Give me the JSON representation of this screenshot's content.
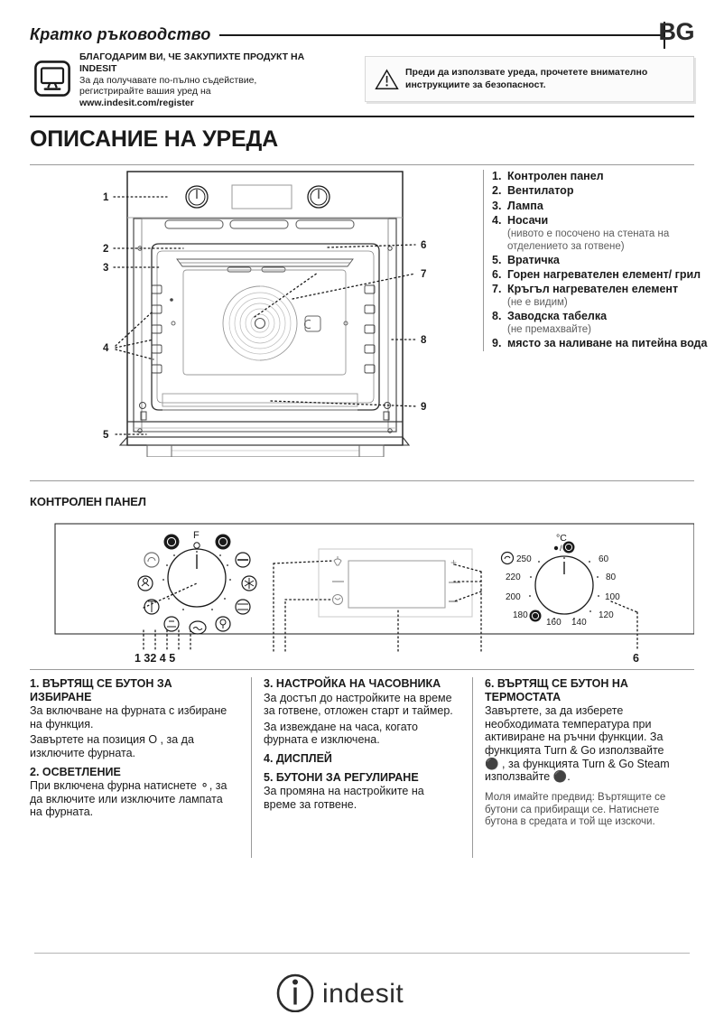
{
  "header": {
    "title": "Кратко ръководство",
    "language": "BG"
  },
  "register": {
    "icon": "monitor-icon",
    "thanks_line1": "БЛАГОДАРИМ ВИ, ЧЕ ЗАКУПИХТЕ ПРОДУКТ НА",
    "thanks_line2": "INDESIT",
    "body_line1": "За да получавате по-пълно съдействие,",
    "body_line2": "регистрирайте вашия уред на",
    "url": "www.indesit.com/register"
  },
  "safety": {
    "icon": "warning-triangle-icon",
    "line1": "Преди да използвате уреда, прочетете внимателно",
    "line2": "инструкциите за безопасност."
  },
  "section": {
    "title": "ОПИСАНИЕ НА УРЕДА"
  },
  "diagram": {
    "callouts": [
      "1",
      "2",
      "3",
      "4",
      "5",
      "6",
      "7",
      "8",
      "9"
    ]
  },
  "parts": [
    {
      "num": "1.",
      "label": "Контролен панел",
      "sub": ""
    },
    {
      "num": "2.",
      "label": "Вентилатор",
      "sub": ""
    },
    {
      "num": "3.",
      "label": "Лампа",
      "sub": ""
    },
    {
      "num": "4.",
      "label": "Носачи",
      "sub": "(нивото е посочено на стената на отделението за готвене)"
    },
    {
      "num": "5.",
      "label": "Вратичка",
      "sub": ""
    },
    {
      "num": "6.",
      "label": "Горен нагревателен елемент/ грил",
      "sub": ""
    },
    {
      "num": "7.",
      "label": "Кръгъл нагревателен елемент",
      "sub": "(не е видим)"
    },
    {
      "num": "8.",
      "label": "Заводска табелка",
      "sub": "(не премахвайте)"
    },
    {
      "num": "9.",
      "label": "място за наливане на питейна вода",
      "sub": ""
    }
  ],
  "control_panel": {
    "title": "КОНТРОЛЕН ПАНЕЛ",
    "selector_label": "F",
    "off_symbol": "O",
    "left_callouts": "1 32 4 5",
    "right_callout": "6",
    "thermostat": {
      "unit": "°C",
      "values": [
        "250",
        "220",
        "200",
        "180",
        "160",
        "140",
        "120",
        "100",
        "80",
        "60"
      ]
    },
    "display_keys": [
      "+",
      "—",
      "–"
    ]
  },
  "columns": [
    {
      "blocks": [
        {
          "type": "h",
          "text": "1. ВЪРТЯЩ СЕ БУТОН ЗА ИЗБИРАНЕ"
        },
        {
          "type": "p",
          "text": "За включване на фурната с избиране на функция."
        },
        {
          "type": "p",
          "text": "Завъртете на позиция O , за да изключите фурната."
        },
        {
          "type": "h",
          "text": "2. ОСВЕТЛЕНИЕ"
        },
        {
          "type": "p",
          "text": "При включена фурна натиснете ⚬, за да включите или изключите лампата на фурната."
        }
      ]
    },
    {
      "blocks": [
        {
          "type": "h",
          "text": "3. НАСТРОЙКА НА ЧАСОВНИКА"
        },
        {
          "type": "p",
          "text": "За достъп до настройките на време за готвене, отложен старт и таймер."
        },
        {
          "type": "p",
          "text": "За извеждане на часа, когато фурната е изключена."
        },
        {
          "type": "h",
          "text": "4. ДИСПЛЕЙ"
        },
        {
          "type": "h",
          "text": "5. БУТОНИ ЗА РЕГУЛИРАНЕ"
        },
        {
          "type": "p",
          "text": "За промяна на настройките на време за готвене."
        }
      ]
    },
    {
      "blocks": [
        {
          "type": "h",
          "text": "6. ВЪРТЯЩ СЕ БУТОН НА ТЕРМОСТАТА"
        },
        {
          "type": "p",
          "text": "Завъртете, за да изберете необходимата температура при активиране на ръчни функции. За функцията Turn & Go използвайте ⚫ , за функцията Turn & Go Steam използвайте ⚫."
        },
        {
          "type": "note",
          "text": "Моля имайте предвид: Въртящите се бутони са прибиращи се. Натиснете бутона в средата и той ще изскочи."
        }
      ]
    }
  ],
  "footer": {
    "brand": "indesit"
  }
}
